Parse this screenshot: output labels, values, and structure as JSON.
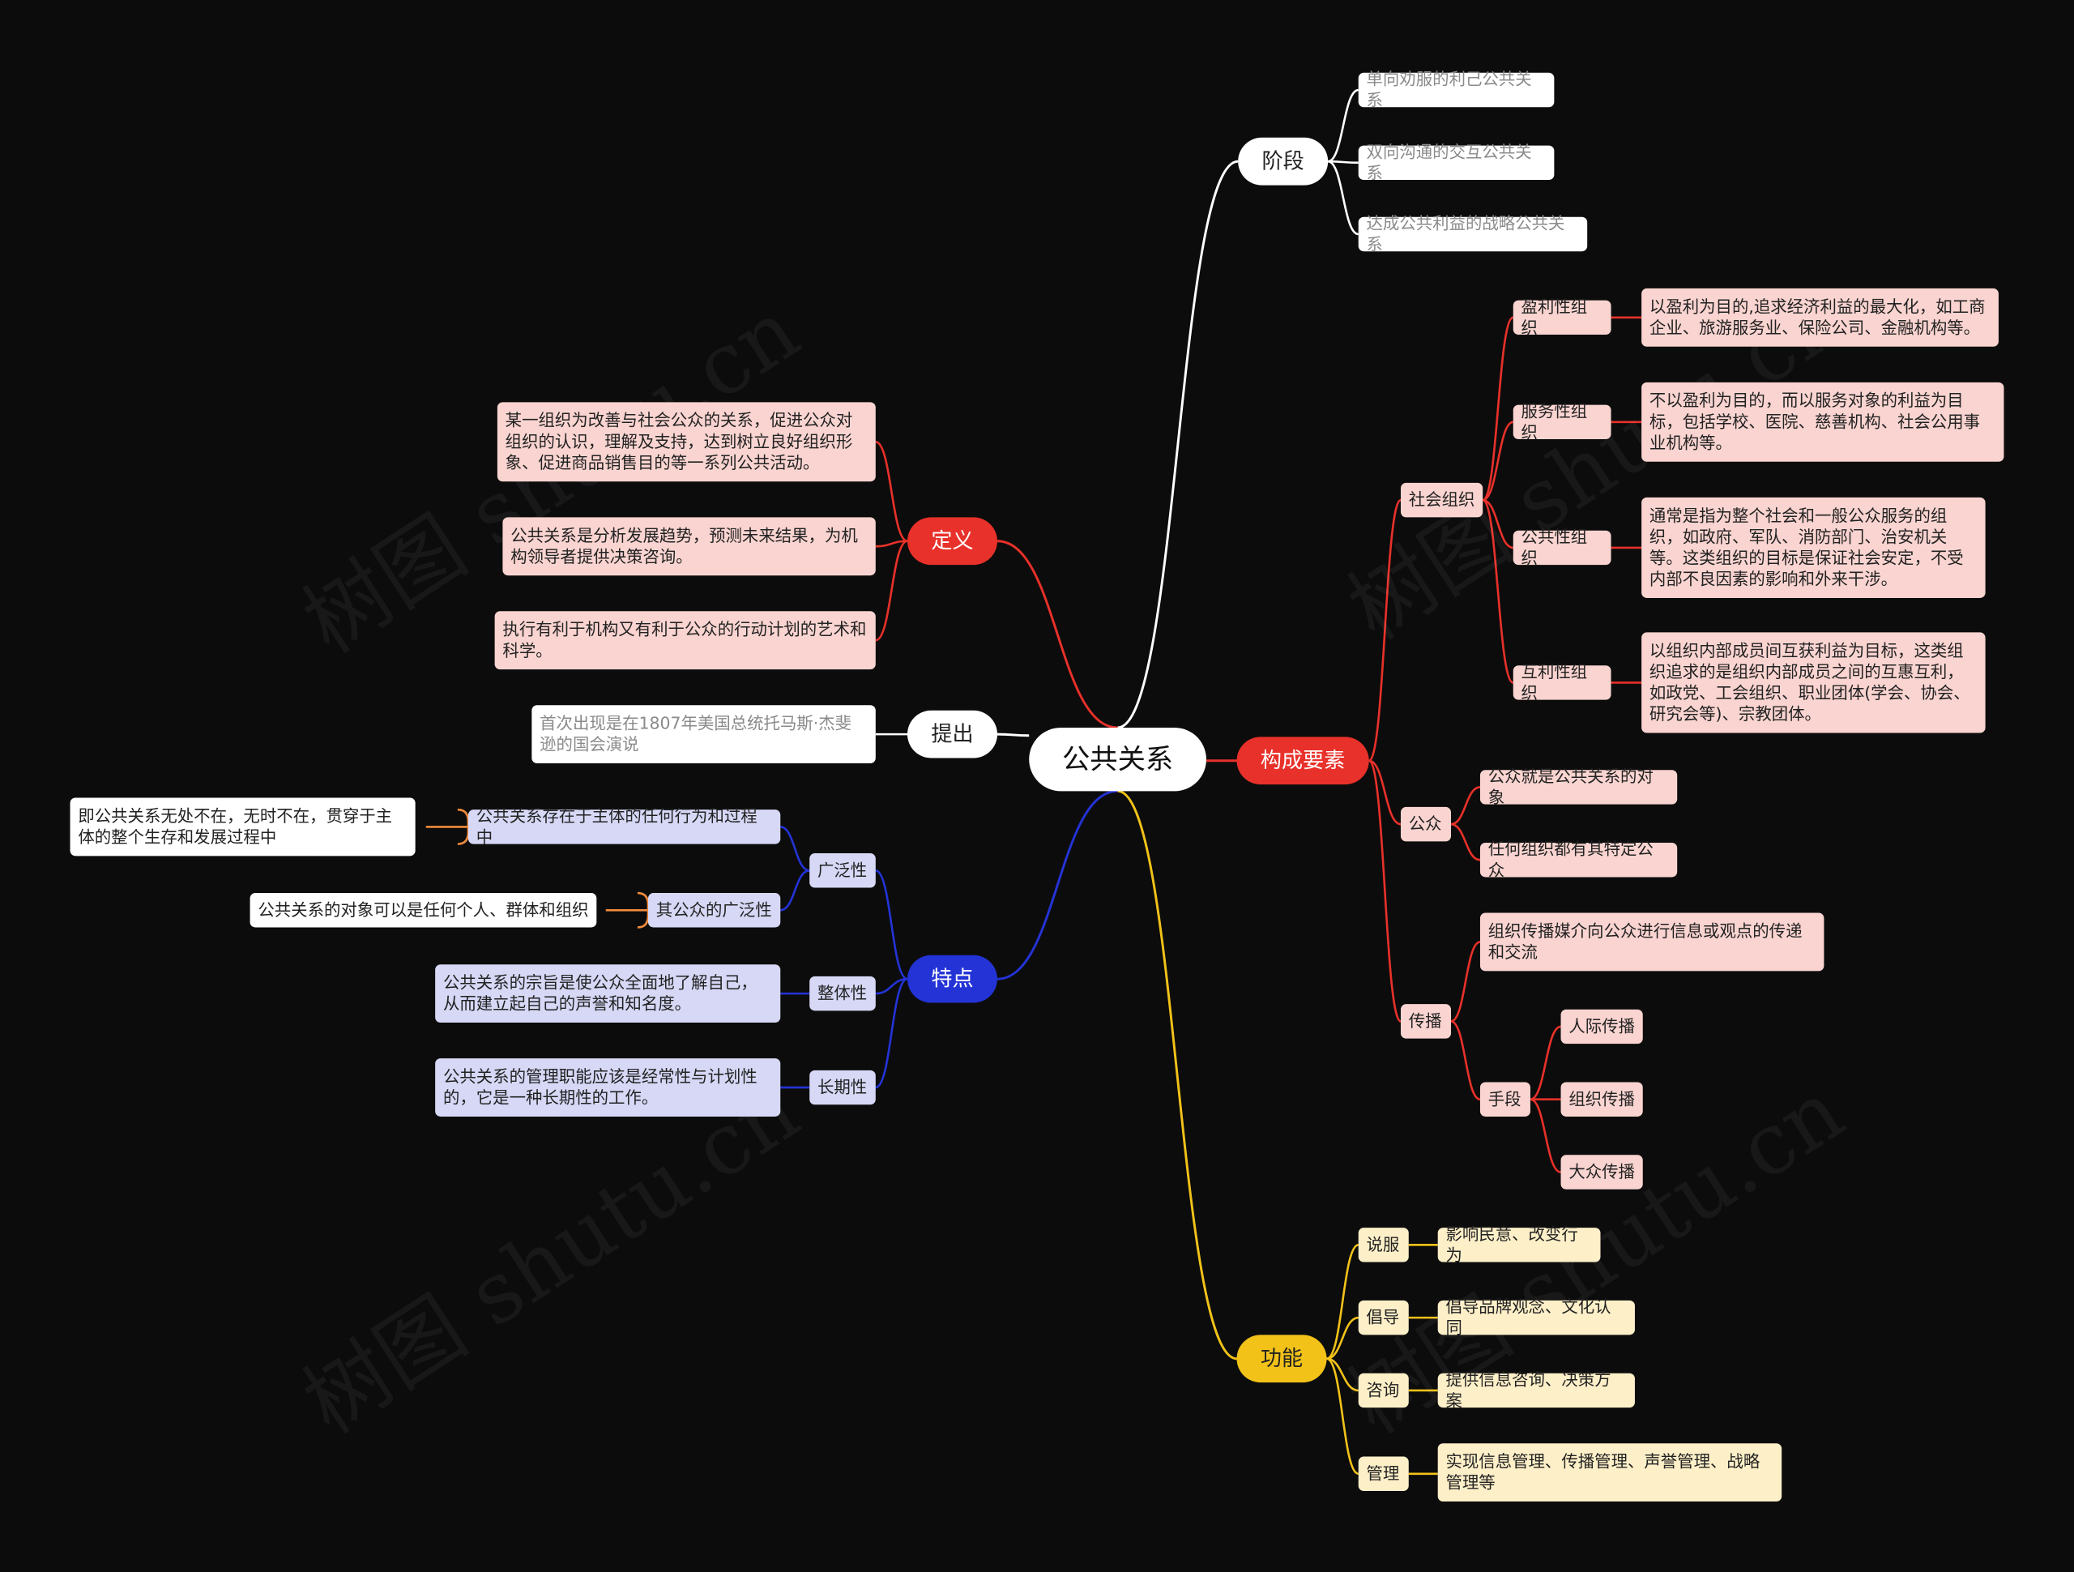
{
  "center": "公共关系",
  "branches": {
    "stage": {
      "label": "阶段",
      "items": [
        "单向劝服的利己公共关系",
        "双向沟通的交互公共关系",
        "达成公共利益的战略公共关系"
      ]
    },
    "components": {
      "label": "构成要素",
      "social_org": {
        "label": "社会组织",
        "profit": {
          "label": "盈利性组织",
          "desc": "以盈利为目的,追求经济利益的最大化，如工商企业、旅游服务业、保险公司、金融机构等。"
        },
        "service": {
          "label": "服务性组织",
          "desc": "不以盈利为目的，而以服务对象的利益为目标，包括学校、医院、慈善机构、社会公用事业机构等。"
        },
        "public": {
          "label": "公共性组织",
          "desc": "通常是指为整个社会和一般公众服务的组织，如政府、军队、消防部门、治安机关等。这类组织的目标是保证社会安定，不受内部不良因素的影响和外来干涉。"
        },
        "mutual": {
          "label": "互利性组织",
          "desc": "以组织内部成员间互获利益为目标，这类组织追求的是组织内部成员之间的互惠互利，如政党、工会组织、职业团体(学会、协会、研究会等)、宗教团体。"
        }
      },
      "public": {
        "label": "公众",
        "items": [
          "公众就是公共关系的对象",
          "任何组织都有其特定公众"
        ]
      },
      "communication": {
        "label": "传播",
        "desc": "组织传播媒介向公众进行信息或观点的传递和交流",
        "means": {
          "label": "手段",
          "items": [
            "人际传播",
            "组织传播",
            "大众传播"
          ]
        }
      }
    },
    "function": {
      "label": "功能",
      "items": [
        {
          "label": "说服",
          "desc": "影响民意、改变行为"
        },
        {
          "label": "倡导",
          "desc": "倡导品牌观念、文化认同"
        },
        {
          "label": "咨询",
          "desc": "提供信息咨询、决策方案"
        },
        {
          "label": "管理",
          "desc": "实现信息管理、传播管理、声誉管理、战略管理等"
        }
      ]
    },
    "definition": {
      "label": "定义",
      "items": [
        "某一组织为改善与社会公众的关系，促进公众对组织的认识，理解及支持，达到树立良好组织形象、促进商品销售目的等一系列公共活动。",
        "公共关系是分析发展趋势，预测未来结果，为机构领导者提供决策咨询。",
        "执行有利于机构又有利于公众的行动计划的艺术和科学。"
      ]
    },
    "proposed": {
      "label": "提出",
      "desc": "首次出现是在1807年美国总统托马斯·杰斐逊的国会演说"
    },
    "features": {
      "label": "特点",
      "broad": {
        "label": "广泛性",
        "items": [
          {
            "text": "公共关系存在于主体的任何行为和过程中",
            "note": "即公共关系无处不在，无时不在，贯穿于主体的整个生存和发展过程中"
          },
          {
            "text": "其公众的广泛性",
            "note": "公共关系的对象可以是任何个人、群体和组织"
          }
        ]
      },
      "whole": {
        "label": "整体性",
        "desc": "公共关系的宗旨是使公众全面地了解自己，从而建立起自己的声誉和知名度。"
      },
      "long": {
        "label": "长期性",
        "desc": "公共关系的管理职能应该是经常性与计划性的，它是一种长期性的工作。"
      }
    }
  },
  "watermark": "树图 shutu.cn",
  "colors": {
    "red": "#e8312a",
    "blue": "#2433d6",
    "yellow": "#f2c219",
    "white": "#ffffff",
    "orange": "#f08a3c"
  }
}
